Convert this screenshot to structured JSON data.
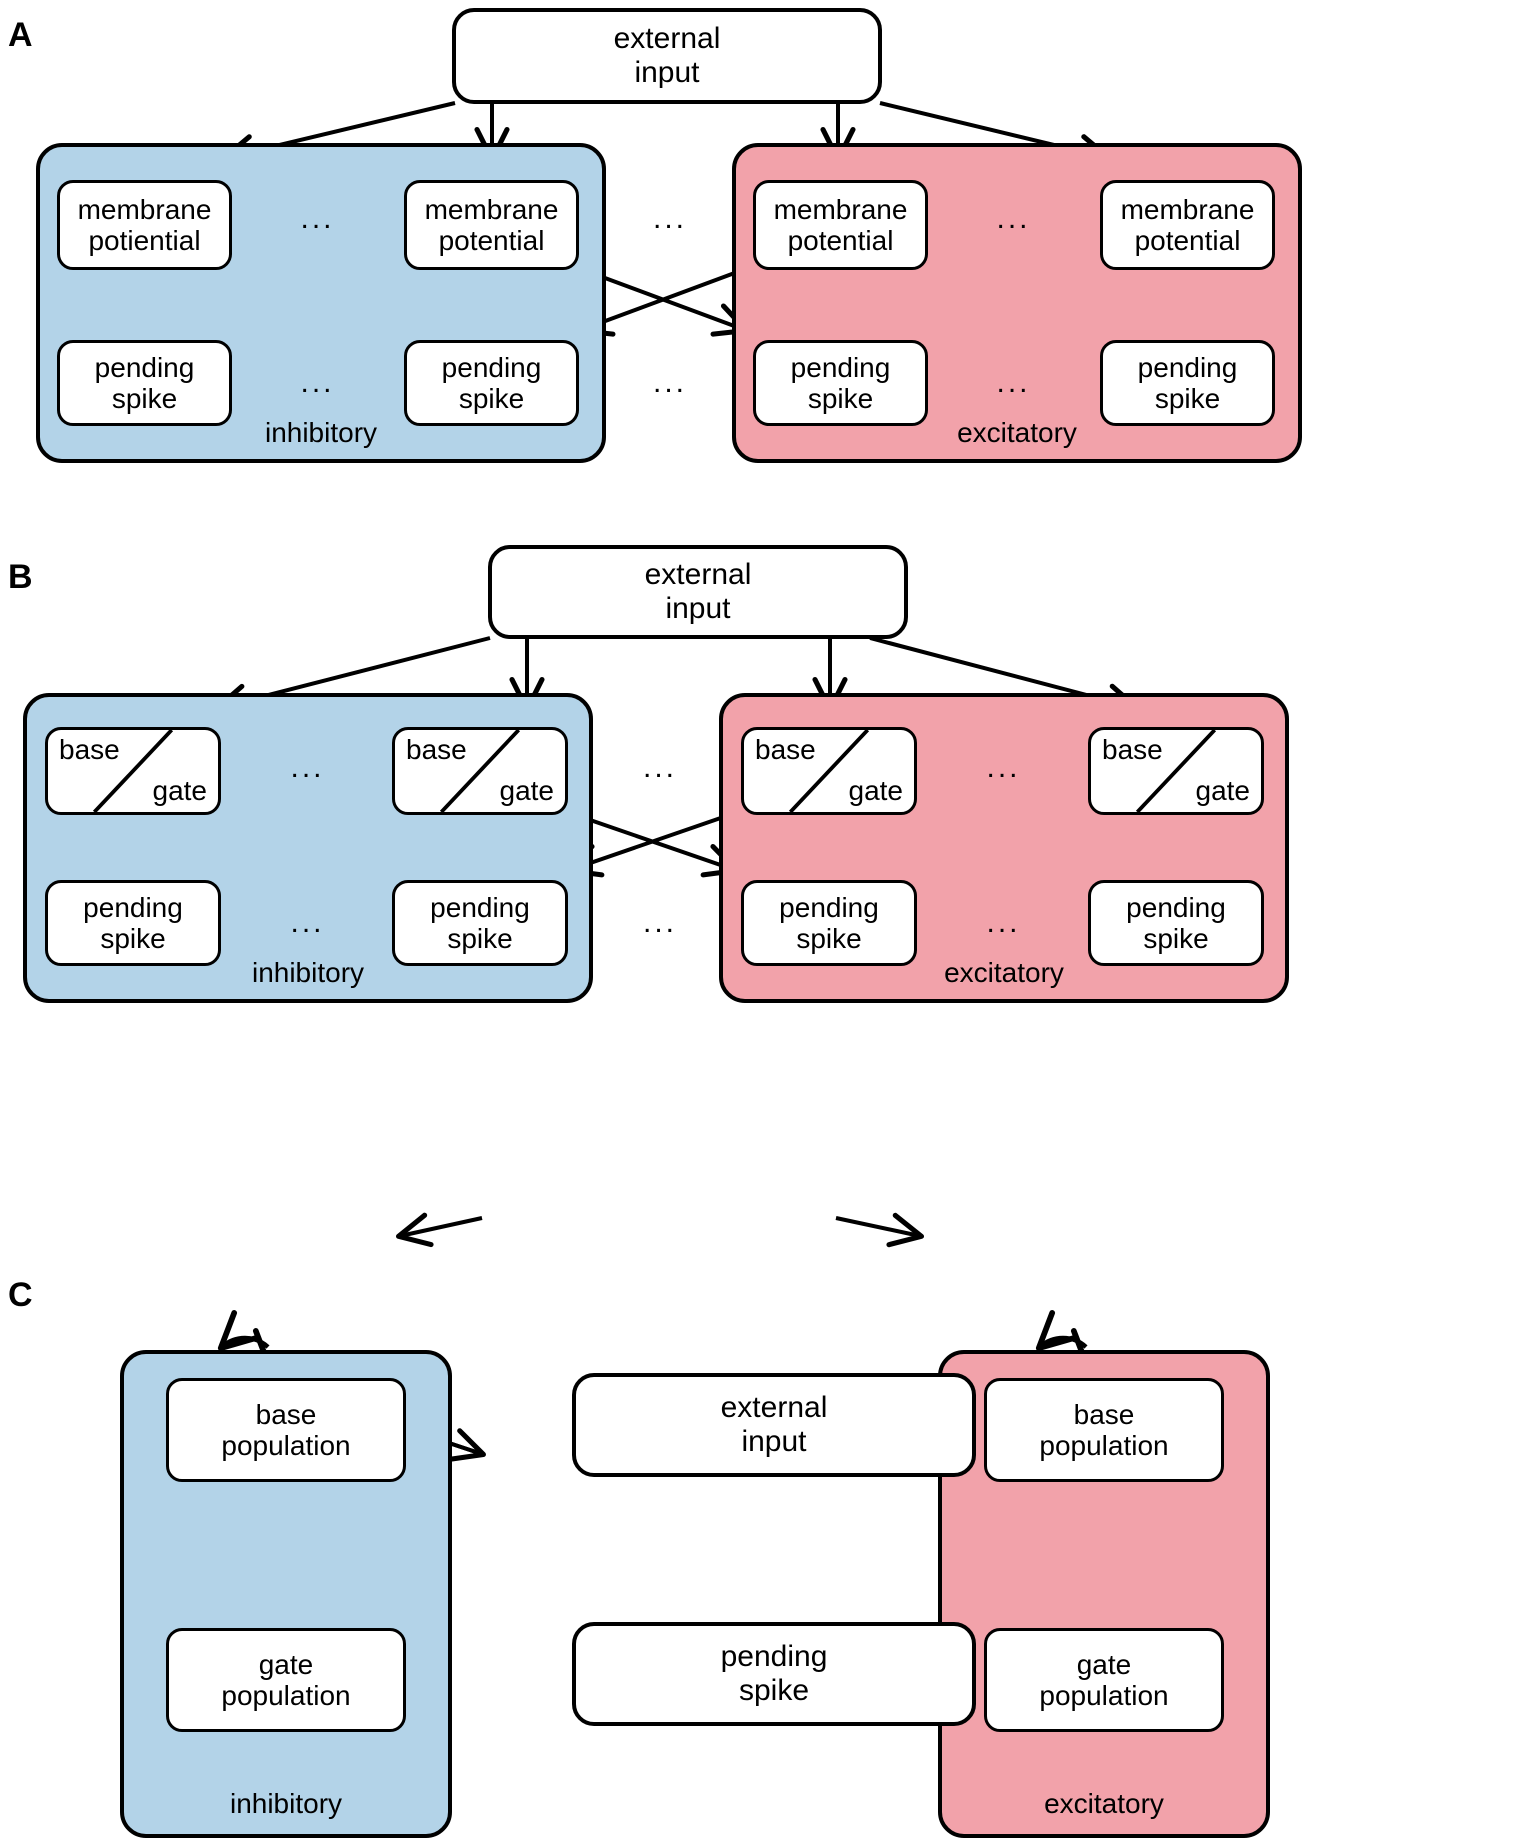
{
  "figure": {
    "panels": [
      {
        "letter": "A",
        "external_input": {
          "line1": "external",
          "line2": "input"
        },
        "groups": [
          {
            "type": "inhibitory",
            "label": "inhibitory",
            "color": "#b3d3e8",
            "top_nodes": [
              {
                "line1": "membrane",
                "line2": "potiential"
              },
              {
                "line1": "membrane",
                "line2": "potential"
              }
            ],
            "bottom_nodes": [
              {
                "line1": "pending",
                "line2": "spike"
              },
              {
                "line1": "pending",
                "line2": "spike"
              }
            ],
            "top_ellipsis": "...",
            "bottom_ellipsis": "..."
          },
          {
            "type": "excitatory",
            "label": "excitatory",
            "color": "#f2a2aa",
            "top_nodes": [
              {
                "line1": "membrane",
                "line2": "potential"
              },
              {
                "line1": "membrane",
                "line2": "potential"
              }
            ],
            "bottom_nodes": [
              {
                "line1": "pending",
                "line2": "spike"
              },
              {
                "line1": "pending",
                "line2": "spike"
              }
            ],
            "top_ellipsis": "...",
            "bottom_ellipsis": "..."
          }
        ],
        "between_ellipsis_top": "...",
        "between_ellipsis_bottom": "..."
      },
      {
        "letter": "B",
        "external_input": {
          "line1": "external",
          "line2": "input"
        },
        "groups": [
          {
            "type": "inhibitory",
            "label": "inhibitory",
            "color": "#b3d3e8",
            "top_nodes": [
              {
                "base": "base",
                "gate": "gate"
              },
              {
                "base": "base",
                "gate": "gate"
              }
            ],
            "bottom_nodes": [
              {
                "line1": "pending",
                "line2": "spike"
              },
              {
                "line1": "pending",
                "line2": "spike"
              }
            ],
            "top_ellipsis": "...",
            "bottom_ellipsis": "..."
          },
          {
            "type": "excitatory",
            "label": "excitatory",
            "color": "#f2a2aa",
            "top_nodes": [
              {
                "base": "base",
                "gate": "gate"
              },
              {
                "base": "base",
                "gate": "gate"
              }
            ],
            "bottom_nodes": [
              {
                "line1": "pending",
                "line2": "spike"
              },
              {
                "line1": "pending",
                "line2": "spike"
              }
            ],
            "top_ellipsis": "...",
            "bottom_ellipsis": "..."
          }
        ],
        "between_ellipsis_top": "...",
        "between_ellipsis_bottom": "..."
      },
      {
        "letter": "C",
        "external_input": {
          "line1": "external",
          "line2": "input"
        },
        "pending_spike": {
          "line1": "pending",
          "line2": "spike"
        },
        "groups": [
          {
            "type": "inhibitory",
            "label": "inhibitory",
            "color": "#b3d3e8",
            "base_population": {
              "line1": "base",
              "line2": "population"
            },
            "gate_population": {
              "line1": "gate",
              "line2": "population"
            }
          },
          {
            "type": "excitatory",
            "label": "excitatory",
            "color": "#f2a2aa",
            "base_population": {
              "line1": "base",
              "line2": "population"
            },
            "gate_population": {
              "line1": "gate",
              "line2": "population"
            }
          }
        ]
      }
    ],
    "colors": {
      "inhibitory_fill": "#b3d3e8",
      "excitatory_fill": "#f2a2aa",
      "stroke": "#000000",
      "node_fill": "#ffffff",
      "background": "#ffffff"
    }
  }
}
